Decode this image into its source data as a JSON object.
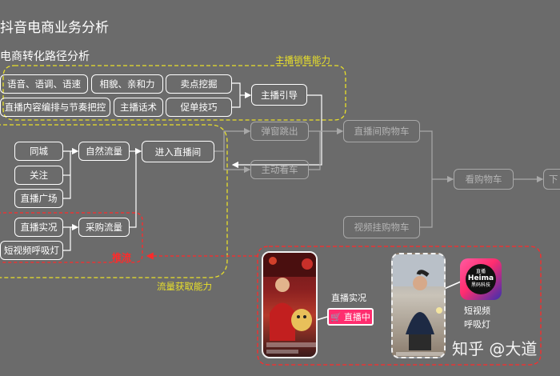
{
  "title": "抖音电商业务分析",
  "subtitle": "电商转化路径分析",
  "labels": {
    "anchor_ability": "主播销售能力",
    "traffic_ability": "流量获取能力",
    "push_flow": "推流"
  },
  "anchor_boxes": {
    "voice": "语音、语调、语速",
    "looks": "相貌、亲和力",
    "selling_point": "卖点挖掘",
    "content_rhythm": "直播内容编排与节奏把控",
    "script": "主播话术",
    "closing": "促单技巧",
    "guide": "主播引导"
  },
  "traffic_boxes": {
    "same_city": "同城",
    "follow": "关注",
    "live_plaza": "直播广场",
    "natural_flow": "自然流量",
    "enter_live": "进入直播间",
    "live_real": "直播实况",
    "short_video_light": "短视频呼吸灯",
    "paid_flow": "采购流量"
  },
  "conversion_boxes": {
    "popup": "弹窗跳出",
    "active_view": "主动看车",
    "live_cart": "直播间购物车",
    "view_cart": "看购物车",
    "next": "下",
    "video_cart": "视频挂购物车"
  },
  "examples": {
    "live_caption": "直播实况",
    "live_badge": "直播中",
    "app_name": "Heima",
    "app_top": "直播",
    "app_company": "黑码科技",
    "short_video_caption_1": "短视频",
    "short_video_caption_2": "呼吸灯"
  },
  "watermark": "知乎 @大道",
  "colors": {
    "background": "#6b6b6b",
    "yellow": "#e9e02a",
    "red": "#ff2a2a",
    "live_pink": "#ff2d6f"
  }
}
